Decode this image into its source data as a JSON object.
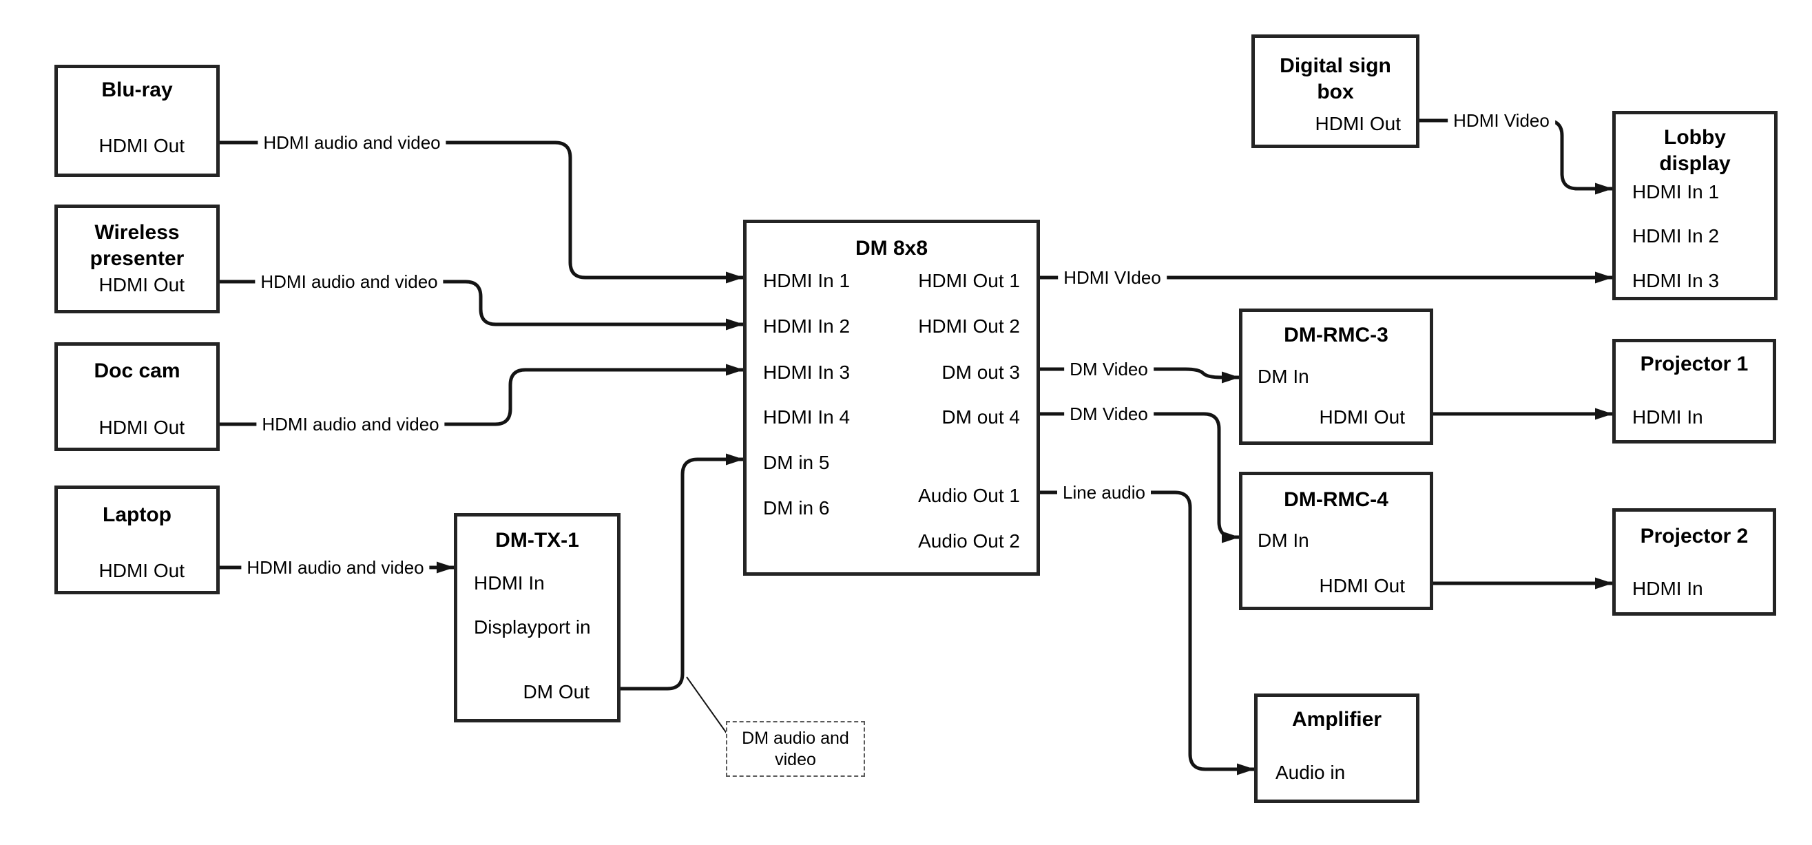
{
  "page": {
    "background_color": "#ffffff",
    "line_color": "#141414",
    "box_border_color": "#242424",
    "text_color": "#000000"
  },
  "diagram": {
    "nodes": [
      {
        "id": "bluray",
        "title": "Blu-ray",
        "ports": [
          {
            "label": "HDMI Out"
          }
        ]
      },
      {
        "id": "wireless",
        "title": "Wireless presenter",
        "ports": [
          {
            "label": "HDMI Out"
          }
        ]
      },
      {
        "id": "doccam",
        "title": "Doc cam",
        "ports": [
          {
            "label": "HDMI Out"
          }
        ]
      },
      {
        "id": "laptop",
        "title": "Laptop",
        "ports": [
          {
            "label": "HDMI Out"
          }
        ]
      },
      {
        "id": "dmtx1",
        "title": "DM-TX-1",
        "ports": [
          {
            "label": "HDMI In"
          },
          {
            "label": "Displayport in"
          },
          {
            "label": "DM Out"
          }
        ]
      },
      {
        "id": "dm8x8",
        "title": "DM 8x8",
        "ports": [
          {
            "label": "HDMI In 1"
          },
          {
            "label": "HDMI In 2"
          },
          {
            "label": "HDMI In 3"
          },
          {
            "label": "HDMI In 4"
          },
          {
            "label": "DM in 5"
          },
          {
            "label": "DM in 6"
          },
          {
            "label": "HDMI Out 1"
          },
          {
            "label": "HDMI Out 2"
          },
          {
            "label": "DM out 3"
          },
          {
            "label": "DM out 4"
          },
          {
            "label": "Audio Out 1"
          },
          {
            "label": "Audio Out 2"
          }
        ]
      },
      {
        "id": "digitalsign",
        "title": "Digital sign box",
        "ports": [
          {
            "label": "HDMI Out"
          }
        ]
      },
      {
        "id": "lobby",
        "title": "Lobby display",
        "ports": [
          {
            "label": "HDMI In 1"
          },
          {
            "label": "HDMI In 2"
          },
          {
            "label": "HDMI In 3"
          }
        ]
      },
      {
        "id": "dmrmc3",
        "title": "DM-RMC-3",
        "ports": [
          {
            "label": "DM In"
          },
          {
            "label": "HDMI Out"
          }
        ]
      },
      {
        "id": "proj1",
        "title": "Projector 1",
        "ports": [
          {
            "label": "HDMI In"
          }
        ]
      },
      {
        "id": "dmrmc4",
        "title": "DM-RMC-4",
        "ports": [
          {
            "label": "DM In"
          },
          {
            "label": "HDMI Out"
          }
        ]
      },
      {
        "id": "proj2",
        "title": "Projector 2",
        "ports": [
          {
            "label": "HDMI In"
          }
        ]
      },
      {
        "id": "amp",
        "title": "Amplifier",
        "ports": [
          {
            "label": "Audio in"
          }
        ]
      }
    ],
    "edges": [
      {
        "id": "e1",
        "label": "HDMI audio and video",
        "from": "Blu-ray HDMI Out",
        "to": "DM 8x8 HDMI In 1"
      },
      {
        "id": "e2",
        "label": "HDMI audio and video",
        "from": "Wireless presenter HDMI Out",
        "to": "DM 8x8 HDMI In 2"
      },
      {
        "id": "e3",
        "label": "HDMI audio and video",
        "from": "Doc cam HDMI Out",
        "to": "DM 8x8 HDMI In 3"
      },
      {
        "id": "e4",
        "label": "HDMI audio and video",
        "from": "Laptop HDMI Out",
        "to": "DM-TX-1 HDMI In"
      },
      {
        "id": "e5",
        "label": "",
        "from": "DM-TX-1 DM Out",
        "to": "DM 8x8 DM in 5"
      },
      {
        "id": "e6",
        "label": "HDMI VIdeo",
        "from": "DM 8x8 HDMI Out 1",
        "to": "Lobby display HDMI In 3"
      },
      {
        "id": "e7",
        "label": "DM Video",
        "from": "DM 8x8 DM out 3",
        "to": "DM-RMC-3 DM In"
      },
      {
        "id": "e8",
        "label": "DM Video",
        "from": "DM 8x8 DM out 4",
        "to": "DM-RMC-4 DM In"
      },
      {
        "id": "e9",
        "label": "Line audio",
        "from": "DM 8x8 Audio Out 1",
        "to": "Amplifier Audio in"
      },
      {
        "id": "e10",
        "label": "HDMI Video",
        "from": "Digital sign box HDMI Out",
        "to": "Lobby display HDMI In 1"
      },
      {
        "id": "e11",
        "label": "",
        "from": "DM-RMC-3 HDMI Out",
        "to": "Projector 1 HDMI In"
      },
      {
        "id": "e12",
        "label": "",
        "from": "DM-RMC-4 HDMI Out",
        "to": "Projector 2 HDMI In"
      }
    ],
    "callout": {
      "text": "DM audio and video",
      "attached_to": "DM-TX-1 DM Out connector"
    }
  }
}
